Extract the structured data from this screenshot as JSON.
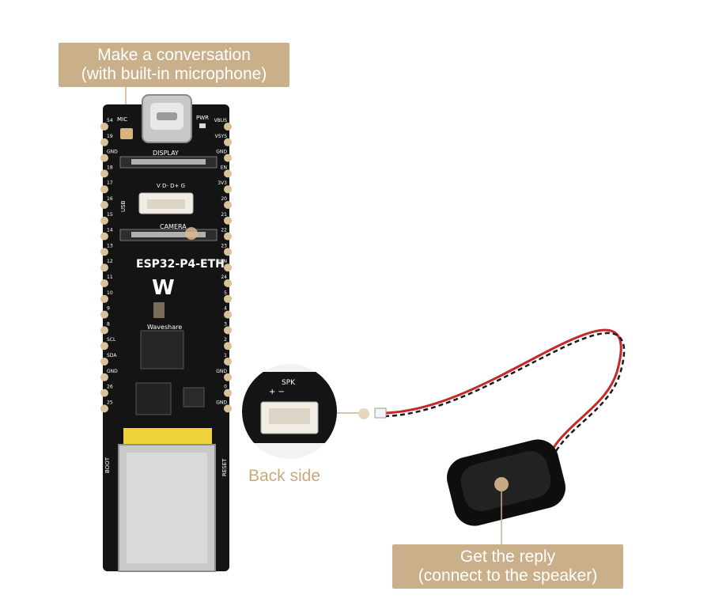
{
  "callouts": {
    "top_line1": "Make a conversation",
    "top_line2": "(with built-in microphone)",
    "bottom_line1": "Get the reply",
    "bottom_line2": "(connect to the speaker)"
  },
  "back_side_label": "Back side",
  "board": {
    "model": "ESP32-P4-ETH",
    "brand": "Waveshare",
    "display_label": "DISPLAY",
    "camera_label": "CAMERA",
    "usb_label": "USB",
    "usb_pins": "V D- D+ G",
    "mic_label": "MIC",
    "pwr_label": "PWR",
    "boot_label": "BOOT",
    "reset_label": "RESET",
    "spk_label": "SPK",
    "left_pins": [
      "54",
      "19",
      "GND",
      "18",
      "17",
      "16",
      "15",
      "14",
      "13",
      "12",
      "11",
      "10",
      "9",
      "8",
      "SCL",
      "SDA",
      "GND",
      "26",
      "25"
    ],
    "right_pins": [
      "VBUS",
      "VSYS",
      "GND",
      "EN",
      "3V3",
      "20",
      "21",
      "22",
      "23",
      "RUN",
      "24",
      "5",
      "4",
      "3",
      "2",
      "1",
      "GND",
      "0",
      "GND"
    ]
  },
  "colors": {
    "callout_bg": "#c9b08b",
    "back_label": "#c9a97c",
    "pcb": "#141414",
    "pad": "#d7c29a"
  }
}
